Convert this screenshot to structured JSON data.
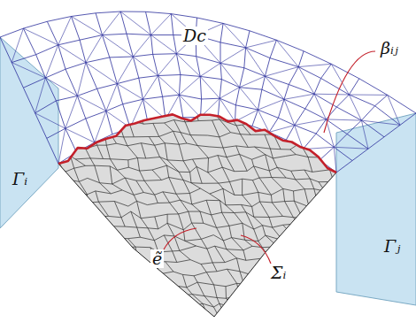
{
  "diagram": {
    "labels": [
      "Dc",
      "βᵢⱼ",
      "Γᵢ",
      "Γⱼ",
      "ẽ",
      "Σᵢ"
    ]
  }
}
